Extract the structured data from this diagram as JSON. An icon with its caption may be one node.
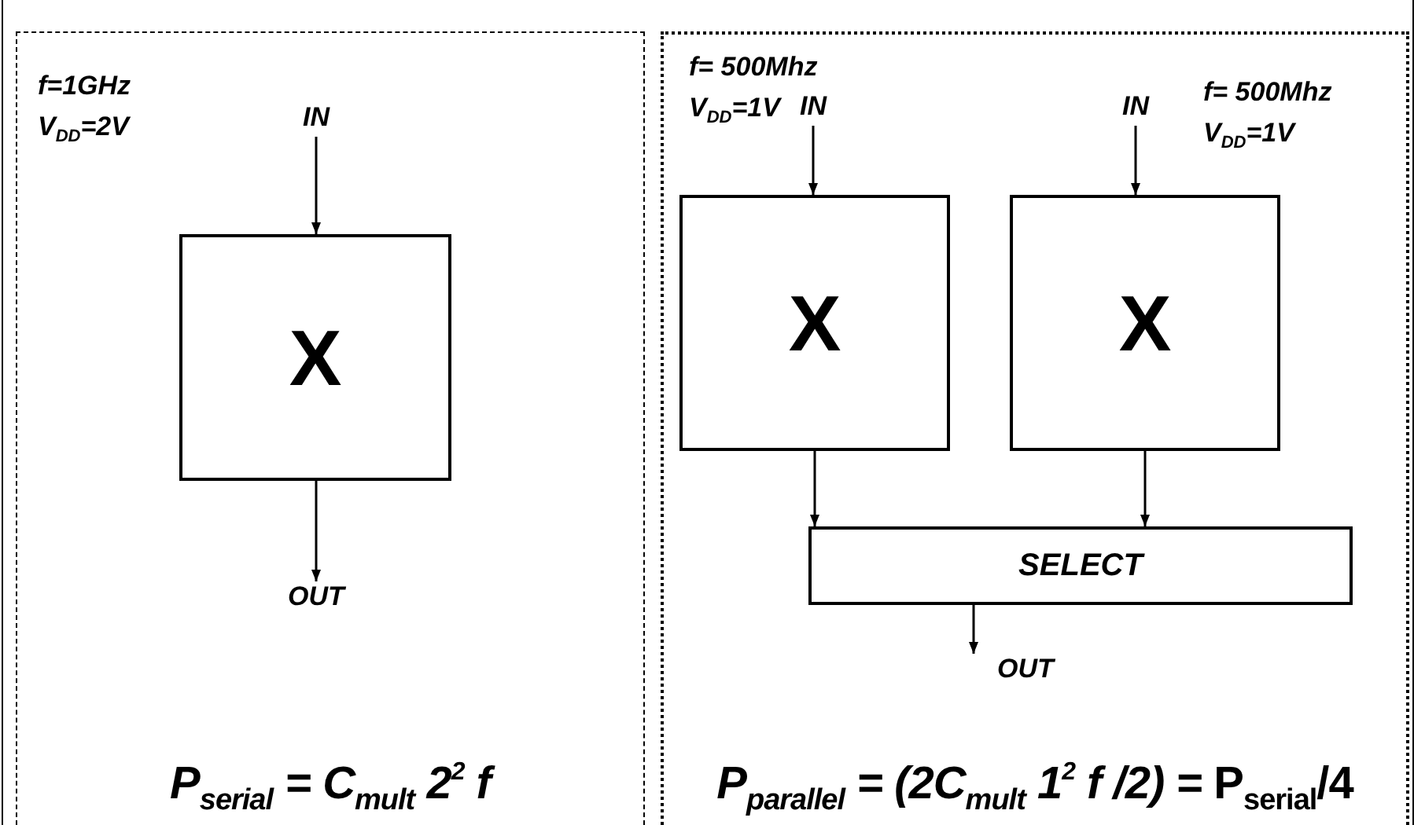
{
  "diagram": {
    "nodes": [
      {
        "text": [
          "P$_{serial}$ = C$_{mult}$ 2$^{2}$ f"
        ]
      },
      {
        "text": [
          "IN"
        ],
        "in": 0
      },
      {
        "text": [
          "X"
        ],
        "in": 0
      },
      {
        "text": [
          "OUT"
        ],
        "in": 0
      },
      {
        "text": [
          "P$_{parallel}$ = (2C$_{mult}$ 1$^{2}$ f /2) = **P$_{serial}$/4**"
        ]
      },
      {
        "text": [
          "IN"
        ],
        "in": 4
      },
      {
        "text": [
          "IN"
        ],
        "in": 4
      },
      {
        "text": [
          "X"
        ],
        "in": 4
      },
      {
        "text": [
          "X"
        ],
        "in": 4
      },
      {
        "text": [
          "SELECT"
        ],
        "in": 4
      },
      {
        "text": [
          "OUT"
        ],
        "in": 4
      }
    ],
    "edges": [
      {
        "from": 1,
        "to": 2,
        "arrow": "to"
      },
      {
        "from": 2,
        "to": 3,
        "arrow": "to"
      },
      {
        "from": 5,
        "to": 7,
        "arrow": "to"
      },
      {
        "from": 6,
        "to": 8,
        "arrow": "to"
      },
      {
        "from": 7,
        "to": 9,
        "arrow": "to"
      },
      {
        "from": 8,
        "to": 9,
        "arrow": "to"
      },
      {
        "from": 9,
        "to": 10,
        "arrow": "to"
      }
    ],
    "labels": [
      "f=1GHz V$_{DD}$=2V",
      "f= 500Mhz V$_{DD}$=1V",
      "f= 500Mhz V$_{DD}$=1V"
    ]
  }
}
